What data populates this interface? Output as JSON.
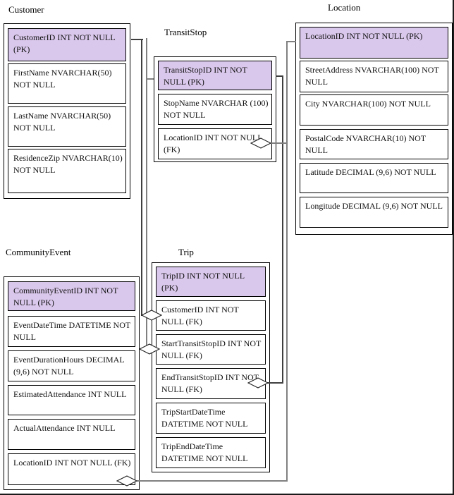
{
  "diagram": {
    "kind": "entity-relationship-diagram",
    "background_color": "#ffffff",
    "header_fill_color": "#dac8ec",
    "border_color": "#000000",
    "connector_colors": {
      "gray": "#808080",
      "dark": "#3f3f3f"
    },
    "tables": [
      {
        "id": "customer",
        "title": "Customer",
        "fields": [
          {
            "text": "CustomerID INT NOT NULL (PK)",
            "pk": true
          },
          {
            "text": "FirstName NVARCHAR(50) NOT NULL"
          },
          {
            "text": "LastName NVARCHAR(50) NOT NULL"
          },
          {
            "text": "ResidenceZip NVARCHAR(10) NOT NULL"
          }
        ]
      },
      {
        "id": "transitstop",
        "title": "TransitStop",
        "fields": [
          {
            "text": "TransitStopID INT NOT NULL (PK)",
            "pk": true
          },
          {
            "text": "StopName NVARCHAR (100) NOT NULL"
          },
          {
            "text": "LocationID INT NOT NULL (FK)"
          }
        ]
      },
      {
        "id": "location",
        "title": "Location",
        "fields": [
          {
            "text": "LocationID INT NOT NULL (PK)",
            "pk": true
          },
          {
            "text": "StreetAddress NVARCHAR(100) NOT NULL"
          },
          {
            "text": "City NVARCHAR(100) NOT NULL"
          },
          {
            "text": "PostalCode NVARCHAR(10) NOT NULL"
          },
          {
            "text": "Latitude DECIMAL (9,6) NOT NULL"
          },
          {
            "text": "Longitude DECIMAL (9,6) NOT NULL"
          }
        ]
      },
      {
        "id": "communityevent",
        "title": "CommunityEvent",
        "fields": [
          {
            "text": "CommunityEventID INT NOT NULL (PK)",
            "pk": true
          },
          {
            "text": "EventDateTime DATETIME NOT NULL"
          },
          {
            "text": "EventDurationHours DECIMAL (9,6) NOT NULL"
          },
          {
            "text": "EstimatedAttendance INT NULL"
          },
          {
            "text": "ActualAttendance INT NULL"
          },
          {
            "text": "LocationID INT NOT NULL (FK)"
          }
        ]
      },
      {
        "id": "trip",
        "title": "Trip",
        "fields": [
          {
            "text": "TripID INT NOT NULL (PK)",
            "pk": true
          },
          {
            "text": "CustomerID INT NOT NULL (FK)"
          },
          {
            "text": "StartTransitStopID INT NOT NULL (FK)"
          },
          {
            "text": "EndTransitStopID INT NOT NULL (FK)"
          },
          {
            "text": "TripStartDateTime DATETIME NOT NULL"
          },
          {
            "text": "TripEndDateTime DATETIME NOT NULL"
          }
        ]
      }
    ],
    "relationships": [
      {
        "from": "Trip.CustomerID",
        "to": "Customer.CustomerID",
        "marker": "diamond"
      },
      {
        "from": "Trip.StartTransitStopID",
        "to": "TransitStop.TransitStopID",
        "marker": "diamond"
      },
      {
        "from": "Trip.EndTransitStopID",
        "to": "TransitStop.TransitStopID",
        "marker": "diamond"
      },
      {
        "from": "TransitStop.LocationID",
        "to": "Location.LocationID",
        "marker": "diamond"
      },
      {
        "from": "CommunityEvent.LocationID",
        "to": "Location.LocationID",
        "marker": "diamond"
      }
    ]
  }
}
